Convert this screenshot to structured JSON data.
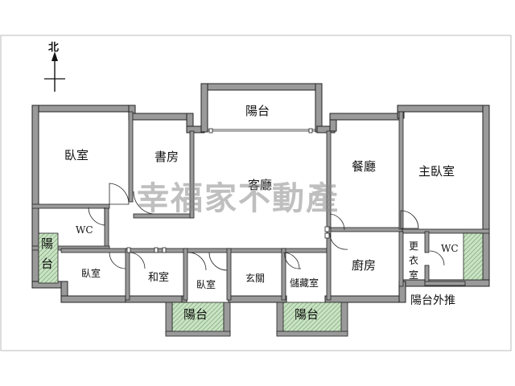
{
  "compass": {
    "label": "北"
  },
  "rooms": {
    "bedroom_nw": "臥室",
    "study": "書房",
    "balcony_north": "陽台",
    "living_room": "客廳",
    "dining_room": "餐廳",
    "master_bedroom": "主臥室",
    "wc_west": "WC",
    "balcony_west_line1": "陽",
    "balcony_west_line2": "台",
    "bedroom_sw": "臥室",
    "japanese_room": "和室",
    "bedroom_small": "臥室",
    "entrance": "玄關",
    "storage": "儲藏室",
    "kitchen": "廚房",
    "dressing_line1": "更",
    "dressing_line2": "衣",
    "dressing_line3": "室",
    "wc_east": "WC",
    "balcony_south_1": "陽台",
    "balcony_south_2": "陽台"
  },
  "notes": {
    "balcony_push_out": "陽台外推"
  },
  "watermark": "幸福家不動產",
  "colors": {
    "wall": "#9a9a9a",
    "wall_edge": "#222222",
    "balcony_fill": "#c9e3c4",
    "balcony_hatch": "#6f9c68",
    "frame": "#bbbbbb"
  }
}
